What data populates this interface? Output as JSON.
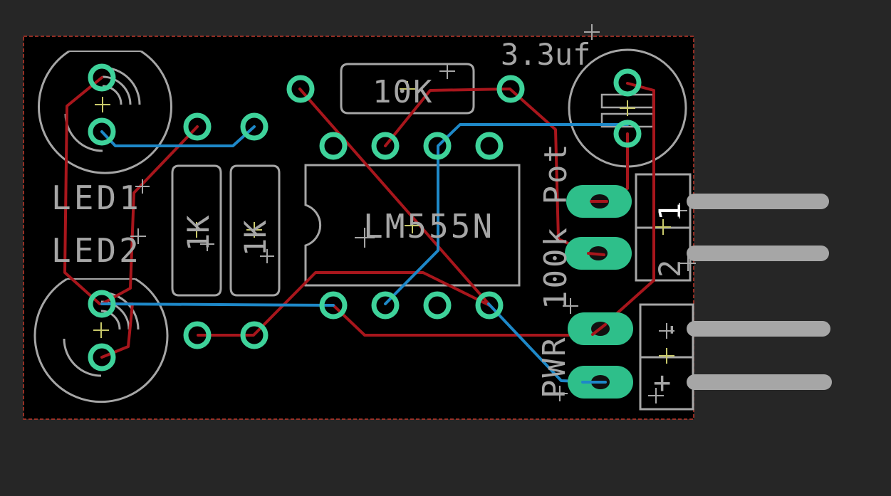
{
  "labels": {
    "led1": "LED1",
    "led2": "LED2",
    "r1": "1K",
    "r2": "1K",
    "r3": "10K",
    "ic": "LM555N",
    "cap": "3.3uf",
    "pot": "100k Pot",
    "pwr": "PWR",
    "pin1": "1",
    "pin2": "2",
    "minus": "-",
    "plus": "+"
  },
  "colors": {
    "background": "#262626",
    "board": "#000000",
    "outline": "#c0392b",
    "silkscreen": "#a6a6a6",
    "top_trace": "#a8161c",
    "bottom_trace": "#1e88c8",
    "pad": "#3ed29a",
    "origin": "#c9c96a"
  }
}
